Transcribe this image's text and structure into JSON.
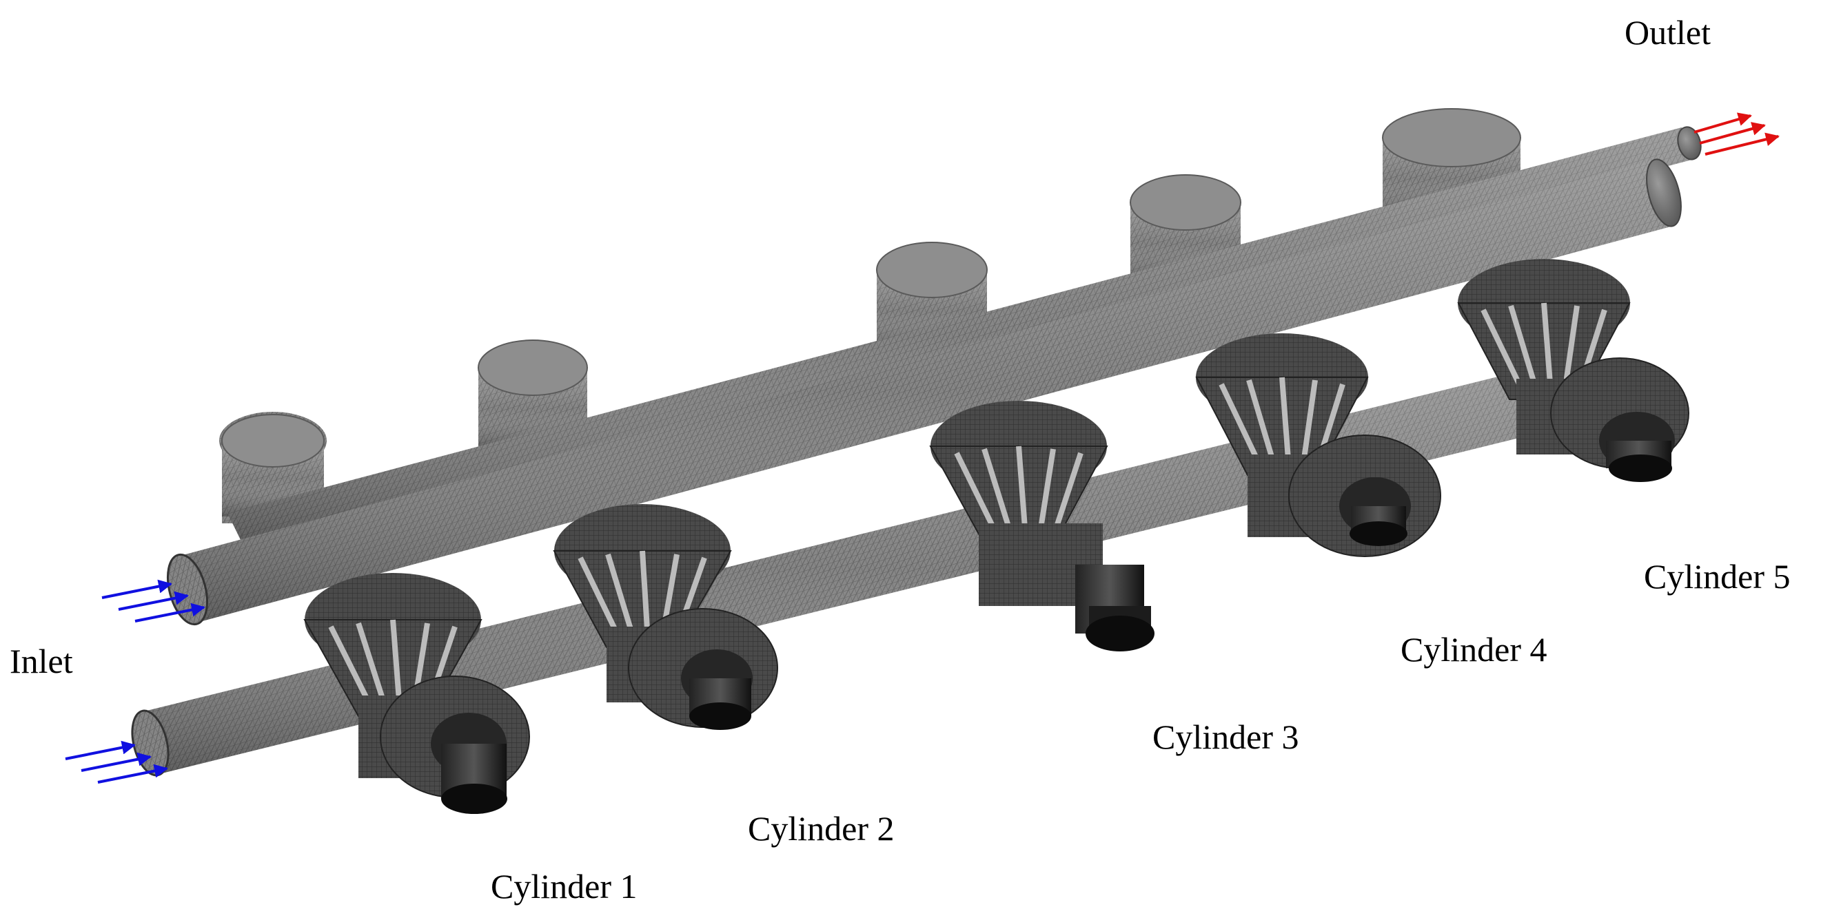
{
  "labels": {
    "outlet": "Outlet",
    "inlet": "Inlet",
    "cylinders": [
      "Cylinder 1",
      "Cylinder 2",
      "Cylinder 3",
      "Cylinder 4",
      "Cylinder 5"
    ]
  },
  "colors": {
    "background": "#ffffff",
    "mesh_body": "#7a7a7a",
    "mesh_dark": "#3a3a3a",
    "inlet_arrows": "#1010e0",
    "outlet_arrows": "#e01010"
  }
}
